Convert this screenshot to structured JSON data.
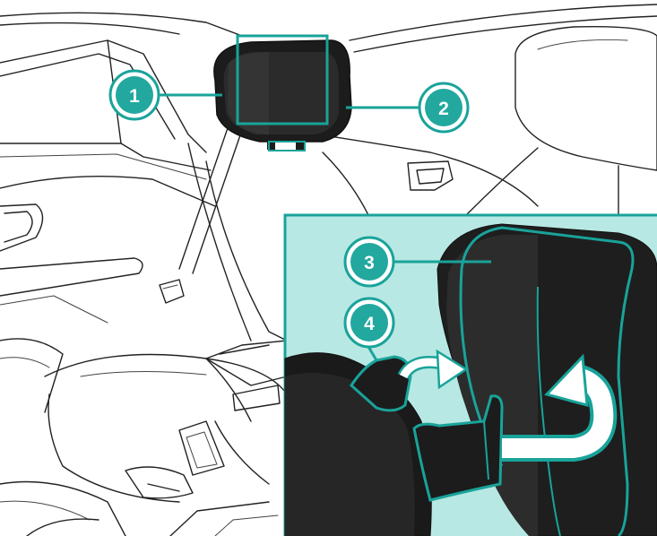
{
  "colors": {
    "accent": "#19a39a",
    "inset_background": "#b8e8e3",
    "callout_fill": "#22a89f",
    "headrest": "#1c1c1c",
    "line": "#222222"
  },
  "callouts": [
    {
      "label": "1",
      "target": "headrest-left-side"
    },
    {
      "label": "2",
      "target": "headrest-right-side"
    },
    {
      "label": "3",
      "target": "headrest-cover"
    },
    {
      "label": "4",
      "target": "cushion-clip"
    }
  ],
  "icons": [
    "clockwise-arrow-icon",
    "curved-arrow-icon"
  ]
}
